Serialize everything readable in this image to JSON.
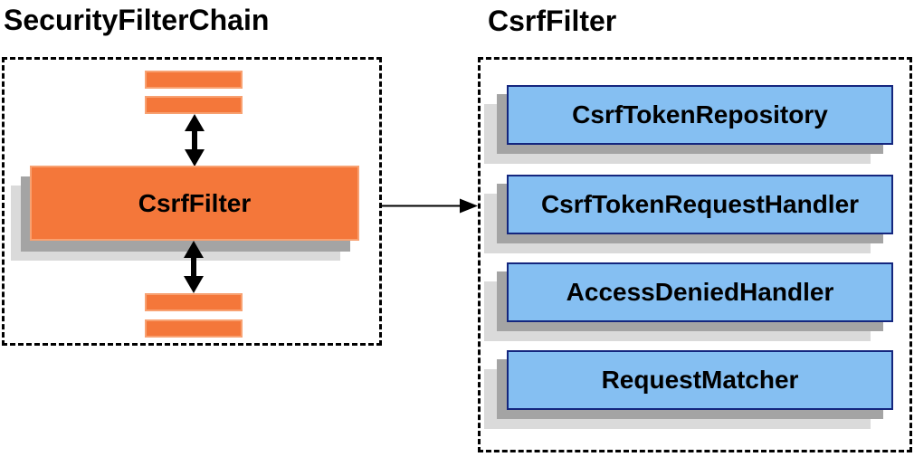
{
  "left_panel": {
    "title": "SecurityFilterChain",
    "filter_box_label": "CsrfFilter",
    "other_filters": [
      "filter-bar",
      "filter-bar",
      "filter-bar",
      "filter-bar"
    ]
  },
  "right_panel": {
    "title": "CsrfFilter",
    "components": [
      {
        "label": "CsrfTokenRepository"
      },
      {
        "label": "CsrfTokenRequestHandler"
      },
      {
        "label": "AccessDeniedHandler"
      },
      {
        "label": "RequestMatcher"
      }
    ]
  },
  "relations": {
    "left_to_right_arrow": "CsrfFilter delegates to collaborators",
    "vertical_arrows": "filter chain flow (bidirectional)"
  },
  "colors": {
    "orange_fill": "#F4773A",
    "orange_border": "#F8A171",
    "blue_fill": "#85BFF2",
    "blue_border": "#14267E",
    "shadow_dark": "#A4A4A4",
    "shadow_light": "#DADADA",
    "arrow": "#000000",
    "dashed_border": "#000000",
    "background": "#FFFFFF"
  }
}
